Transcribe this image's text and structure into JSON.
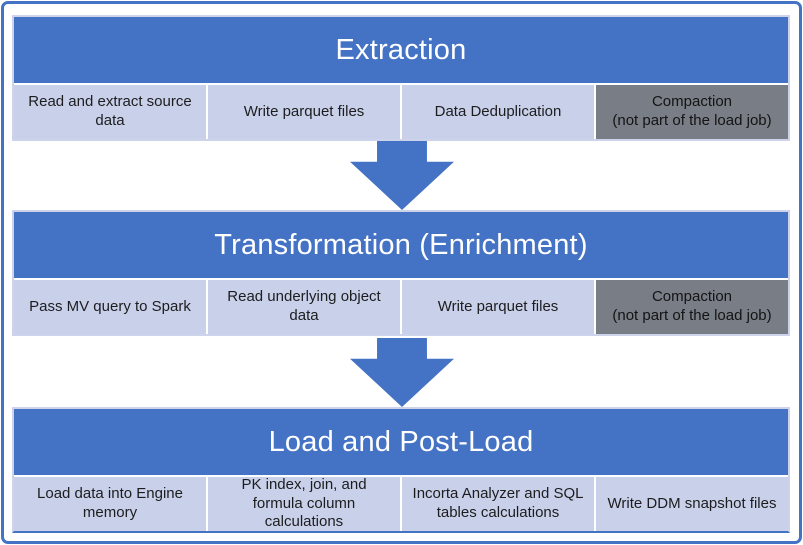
{
  "colors": {
    "header_blue": "#4472C4",
    "cell_light": "#c9d1ea",
    "cell_gray": "#787d86",
    "frame_border": "#4472C4",
    "header_text": "#ffffff",
    "cell_text": "#1d1d1f"
  },
  "sections": [
    {
      "title": "Extraction",
      "cells": [
        {
          "label": "Read and extract source data",
          "variant": "light"
        },
        {
          "label": "Write parquet files",
          "variant": "light"
        },
        {
          "label": "Data Deduplication",
          "variant": "light"
        },
        {
          "label": "Compaction\n(not part of the load job)",
          "variant": "gray"
        }
      ]
    },
    {
      "title": "Transformation (Enrichment)",
      "cells": [
        {
          "label": "Pass MV query to Spark",
          "variant": "light"
        },
        {
          "label": "Read underlying object data",
          "variant": "light"
        },
        {
          "label": "Write parquet files",
          "variant": "light"
        },
        {
          "label": "Compaction\n(not part of the load job)",
          "variant": "gray"
        }
      ]
    },
    {
      "title": "Load and Post-Load",
      "cells": [
        {
          "label": "Load data into Engine memory",
          "variant": "light"
        },
        {
          "label": "PK index, join, and formula column calculations",
          "variant": "light"
        },
        {
          "label": "Incorta Analyzer and SQL tables calculations",
          "variant": "light"
        },
        {
          "label": "Write DDM snapshot files",
          "variant": "light"
        }
      ]
    }
  ]
}
